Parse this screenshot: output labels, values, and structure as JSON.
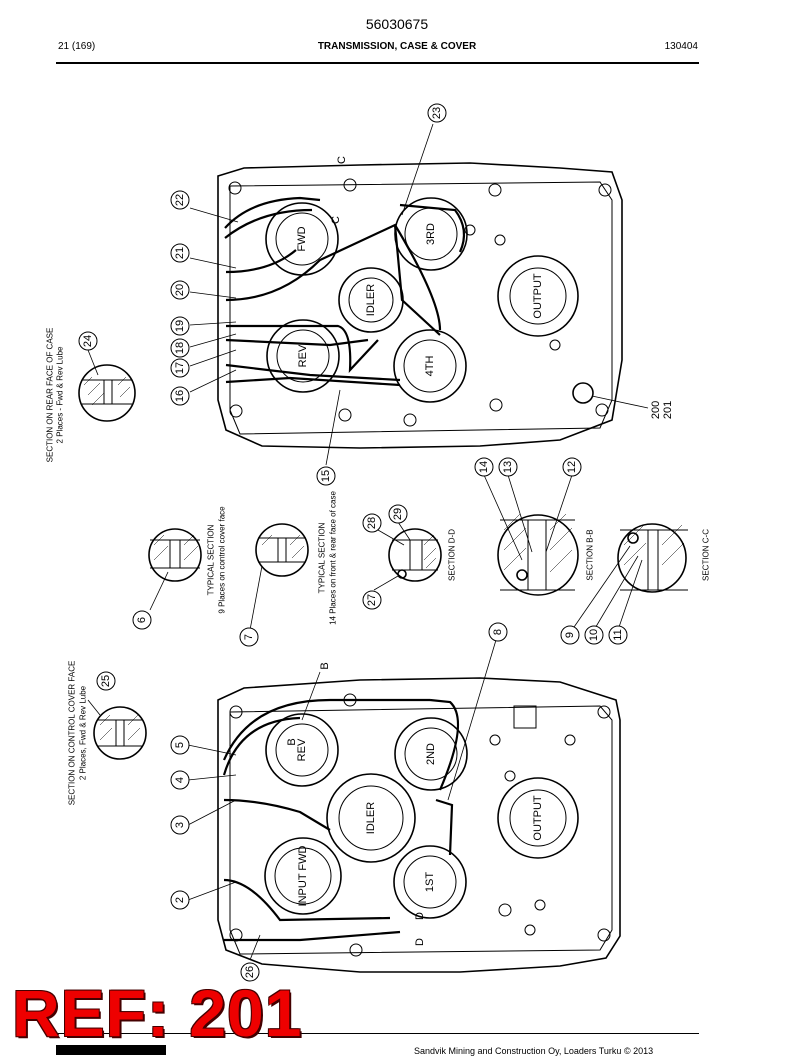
{
  "header": {
    "doc_number": "56030675",
    "page": "21 (169)",
    "title": "TRANSMISSION, CASE & COVER",
    "date": "130404"
  },
  "diagram": {
    "top_view": {
      "gears": [
        "FWD",
        "3RD",
        "IDLER",
        "OUTPUT",
        "REV",
        "4TH"
      ],
      "section_letters": [
        "C",
        "C"
      ],
      "callouts": [
        "22",
        "21",
        "20",
        "19",
        "18",
        "17",
        "16",
        "15",
        "23",
        "24",
        "200",
        "201"
      ],
      "section_title": "SECTION ON REAR FACE OF CASE",
      "section_note": "2 Places - Fwd & Rev Lube"
    },
    "middle": {
      "typical_1_title": "TYPICAL SECTION",
      "typical_1_note": "9 Places on control cover face",
      "typical_2_title": "TYPICAL SECTION",
      "typical_2_note": "14 Places on front & rear face of case",
      "section_dd": "SECTION D-D",
      "section_bb": "SECTION B-B",
      "section_cc": "SECTION C-C",
      "callouts": [
        "6",
        "7",
        "28",
        "29",
        "27",
        "14",
        "13",
        "12",
        "8",
        "9",
        "10",
        "11"
      ]
    },
    "bottom_view": {
      "gears": [
        "REV",
        "2ND",
        "IDLER",
        "OUTPUT",
        "INPUT FWD",
        "1ST"
      ],
      "section_letters": [
        "B",
        "B",
        "D",
        "D"
      ],
      "callouts": [
        "5",
        "4",
        "3",
        "2",
        "26",
        "25"
      ],
      "section_title": "SECTION ON CONTROL COVER FACE",
      "section_note": "2 Places, Fwd & Rev Lube"
    }
  },
  "ref_label": "REF: 201",
  "footer": {
    "copyright": "Sandvik Mining and Construction Oy, Loaders Turku © 2013"
  }
}
